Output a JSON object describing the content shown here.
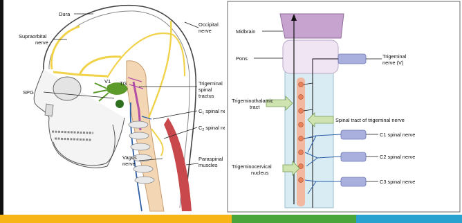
{
  "colors": {
    "bar_yellow": "#f7b516",
    "bar_green": "#4aa63a",
    "bar_blue": "#2aa2d0",
    "nerve_yellow": "#f1d34b",
    "vagus_blue": "#2c5fa8",
    "trigeminal_green": "#5c9a2a",
    "spinal_purple": "#b24fa8",
    "tract_orange": "#e8825a",
    "midbrain_purple": "#c7a3cf",
    "receptor_blue": "#a9b0dd",
    "cord_blue": "#d9ebf3"
  },
  "left_diagram": {
    "labels": {
      "dura": "Dura",
      "occipital_line1": "Occipital",
      "occipital_line2": "nerve",
      "supraorbital_line1": "Supraorbital",
      "supraorbital_line2": "nerve",
      "v1": "V1",
      "tg": "TG",
      "spg": "SPG",
      "trig_spinal_line1": "Trigeminal",
      "trig_spinal_line2": "spinal",
      "trig_spinal_line3": "tractus",
      "c1": "C",
      "c1_sub": "1",
      "c1_rest": " spinal nerve",
      "c2": "C",
      "c2_sub": "2",
      "c2_rest": " spinal nerve",
      "vagus_line1": "Vagus",
      "vagus_line2": "nerve",
      "paraspinal_line1": "Paraspinal",
      "paraspinal_line2": "muscles"
    }
  },
  "right_diagram": {
    "labels": {
      "midbrain": "Midbrain",
      "pons": "Pons",
      "trigeminal_nerve_line1": "Trigeminal",
      "trigeminal_nerve_line2": "nerve (V)",
      "trigeminothalamic_line1": "Trigeminothalamic",
      "trigeminothalamic_line2": "tract",
      "spinal_tract": "Spinal tract of trigeminal nerve",
      "c1_spinal": "C1 spinal nerve",
      "c2_spinal": "C2 spinal nerve",
      "c3_spinal": "C3 spinal nerve",
      "trigeminocervical_line1": "Trigeminocervical",
      "trigeminocervical_line2": "nucleus"
    }
  }
}
